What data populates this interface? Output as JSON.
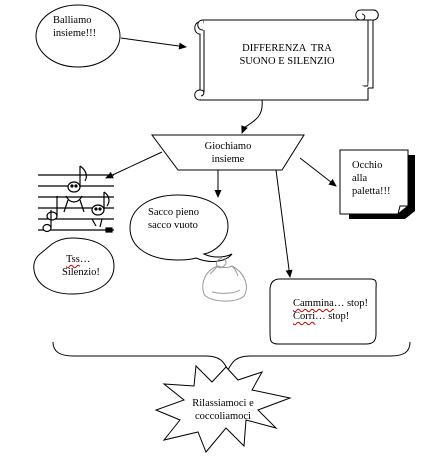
{
  "nodes": {
    "balliamo": "Balliamo\ninsieme!!!",
    "differenza": "DIFFERENZA  TRA\nSUONO E SILENZIO",
    "giochiamo": "Giochiamo\ninsieme",
    "occhio": "Occhio\nalla\npaletta!!!",
    "sacco": "Sacco pieno\nsacco vuoto",
    "tss_1": "Tss",
    "tss_2": "…",
    "silenzio": "Silenzio!",
    "cammina_1": "Cammina",
    "cammina_2": "… stop!",
    "corri_1": "Corri",
    "corri_2": "… stop!",
    "rilassiamoci": "Rilassiamoci e\ncoccoliamoci"
  },
  "colors": {
    "stroke": "#000000",
    "misspell_underline": "#c00000",
    "sack_outline": "#9a9a9a"
  },
  "icons": [
    "music-staff-notes-icon",
    "sack-icon",
    "cloud-callout",
    "scroll-shape",
    "explosion-shape",
    "curly-brace"
  ]
}
